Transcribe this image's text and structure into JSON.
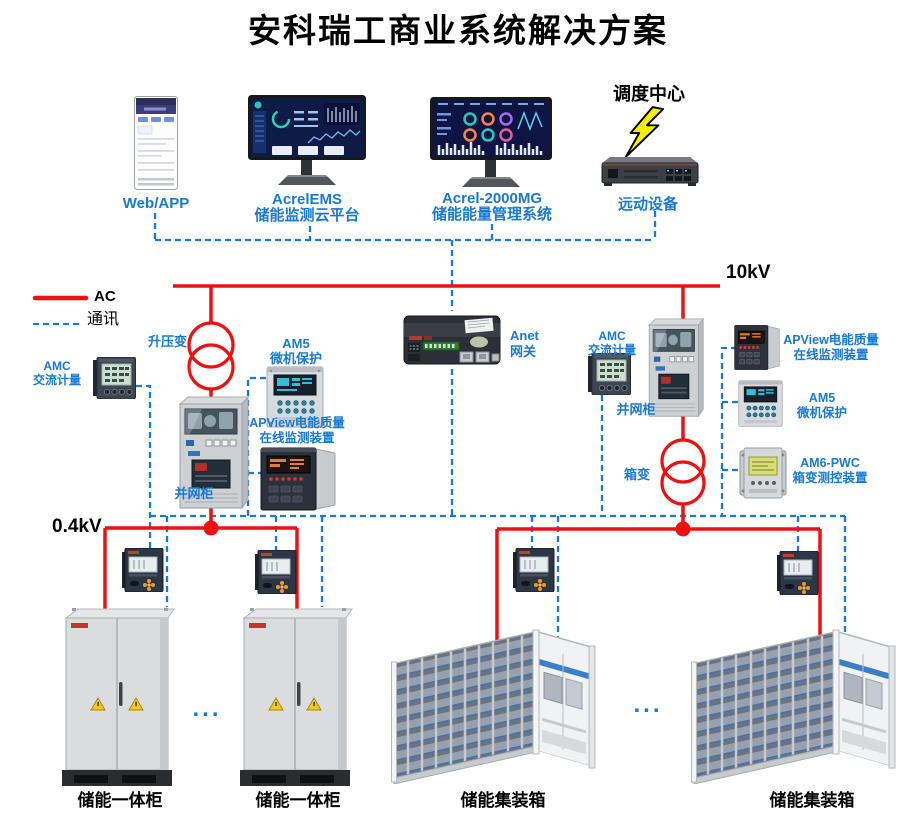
{
  "title": "安科瑞工商业系统解决方案",
  "colors": {
    "ac_red": "#ee1111",
    "comm_blue": "#1879d6"
  },
  "legend": {
    "ac_label": "AC",
    "comm_label": "通讯"
  },
  "buses": {
    "hv_label": "10kV",
    "lv_label": "0.4kV"
  },
  "top": {
    "webapp_label": "Web/APP",
    "ems_name": "AcrelEMS",
    "ems_desc": "储能监测云平台",
    "mg_name": "Acrel-2000MG",
    "mg_desc": "储能能量管理系统",
    "dispatch_label": "调度中心",
    "remote_label": "远动设备"
  },
  "middle": {
    "boost_transformer_label": "升压变",
    "amc_left_line1": "AMC",
    "amc_left_line2": "交流计量",
    "am5_left_line1": "AM5",
    "am5_left_line2": "微机保护",
    "apview_left_line1": "APView电能质量",
    "apview_left_line2": "在线监测装置",
    "gateway_line1": "Anet",
    "gateway_line2": "网关",
    "grid_cabinet_left_label": "并网柜",
    "amc_right_line1": "AMC",
    "amc_right_line2": "交流计量",
    "grid_cabinet_right_label": "并网柜",
    "box_transformer_label": "箱变",
    "apview_right_line1": "APView电能质量",
    "apview_right_line2": "在线监测装置",
    "am5_right_line1": "AM5",
    "am5_right_line2": "微机保护",
    "am6_line1": "AM6-PWC",
    "am6_line2": "箱变测控装置"
  },
  "bottom": {
    "cabinet1_label": "储能一体柜",
    "cabinet2_label": "储能一体柜",
    "container1_label": "储能集装箱",
    "container2_label": "储能集装箱",
    "ellipsis1": "...",
    "ellipsis2": "..."
  }
}
